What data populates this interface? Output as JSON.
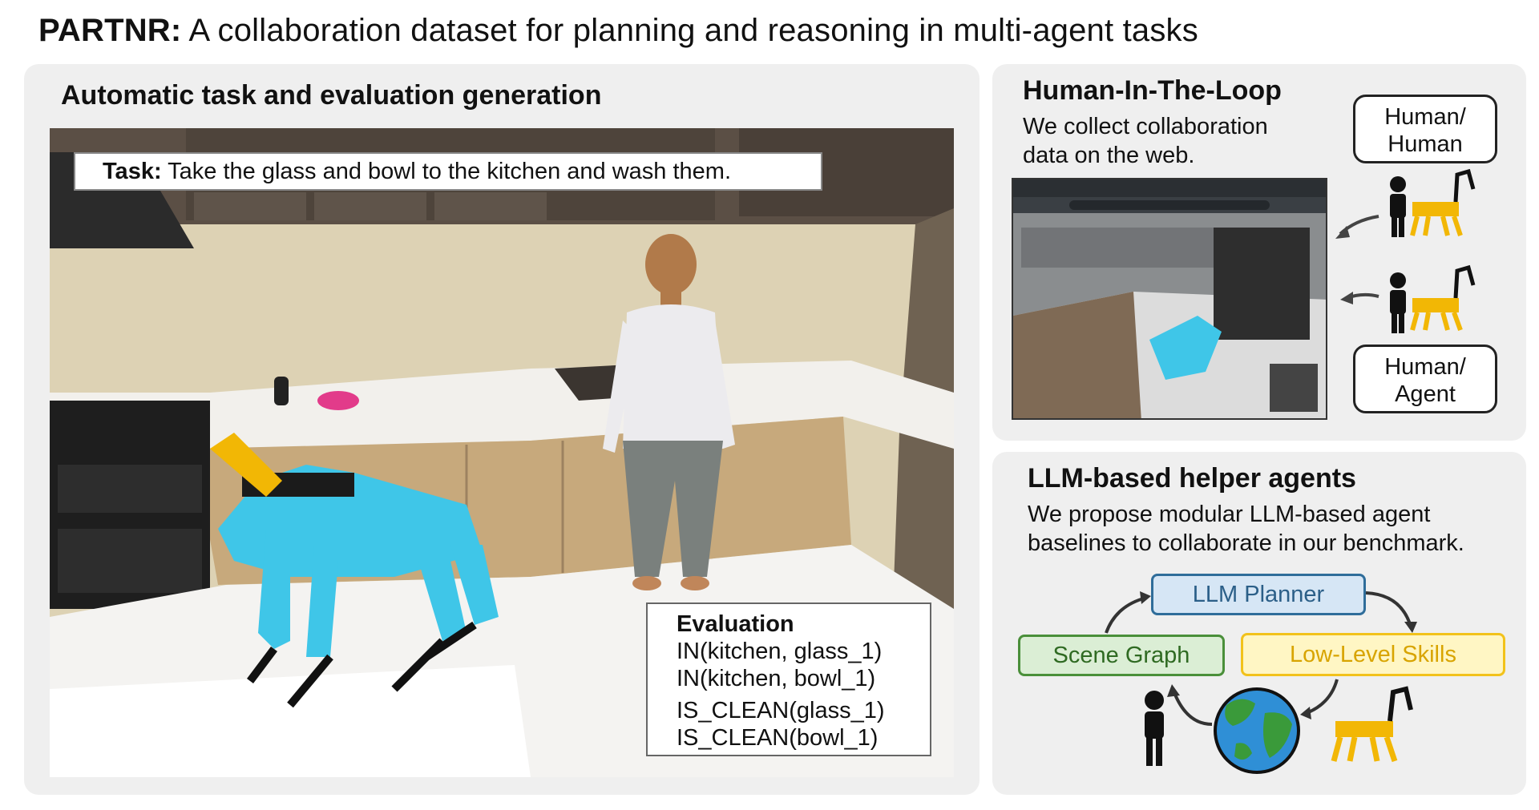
{
  "figure": {
    "title_bold": "PARTNR:",
    "title_rest": " A collaboration dataset for planning and reasoning in multi-agent tasks"
  },
  "left_panel": {
    "heading": "Automatic task and evaluation generation",
    "task_label": "Task:",
    "task_text": " Take the glass and bowl to the kitchen and wash them.",
    "evaluation": {
      "title": "Evaluation",
      "lines": [
        "IN(kitchen, glass_1)",
        "IN(kitchen, bowl_1)",
        "IS_CLEAN(glass_1)",
        "IS_CLEAN(bowl_1)"
      ]
    }
  },
  "hitl_panel": {
    "heading": "Human-In-The-Loop",
    "description": "We collect collaboration data on the web.",
    "pill_top_line1": "Human/",
    "pill_top_line2": "Human",
    "pill_bottom_line1": "Human/",
    "pill_bottom_line2": "Agent"
  },
  "llm_panel": {
    "heading": "LLM-based helper agents",
    "description": "We propose modular LLM-based agent baselines to collaborate in our benchmark.",
    "planner": "LLM Planner",
    "scene_graph": "Scene Graph",
    "low_level_skills": "Low-Level Skills"
  },
  "colors": {
    "panel_bg": "#efefef",
    "planner_border": "#2f6d9a",
    "scene_graph_border": "#4a8f3a",
    "skills_border": "#f2c21b",
    "robot_yellow": "#f2b705",
    "robot_cyan": "#3fc6e8"
  },
  "icons": [
    "person-icon",
    "robot-dog-icon",
    "globe-icon",
    "arrow-icon"
  ]
}
